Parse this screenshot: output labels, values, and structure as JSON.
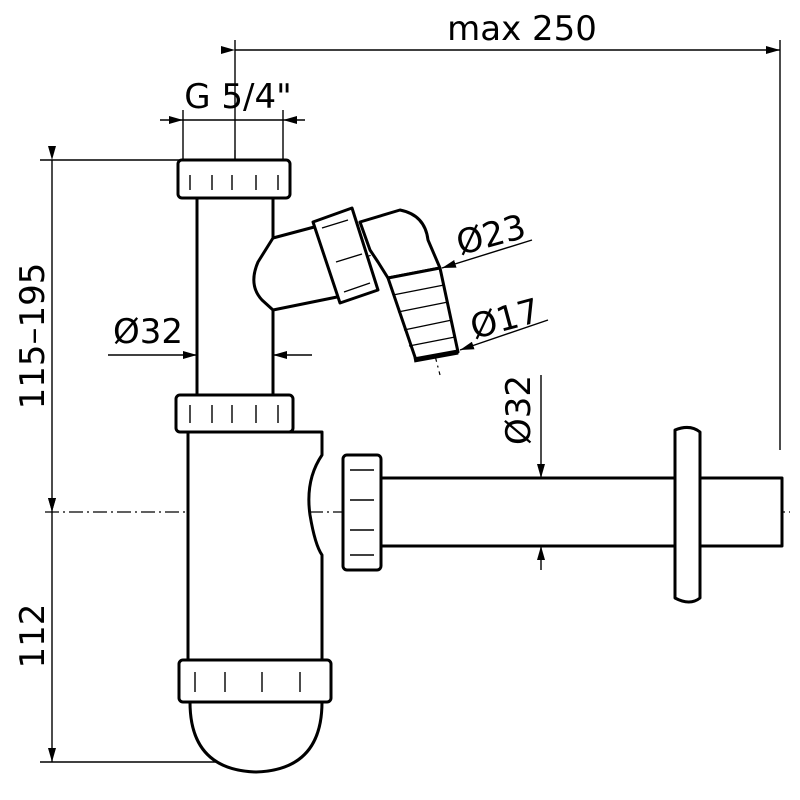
{
  "dimensions": {
    "max_length": "max 250",
    "inlet_thread": "G 5/4\"",
    "hose_outer_diameter": "Ø23",
    "hose_inner_diameter": "Ø17",
    "vertical_pipe_diameter": "Ø32",
    "outlet_pipe_diameter": "Ø32",
    "adjustable_height": "115–195",
    "bottle_height": "112"
  }
}
